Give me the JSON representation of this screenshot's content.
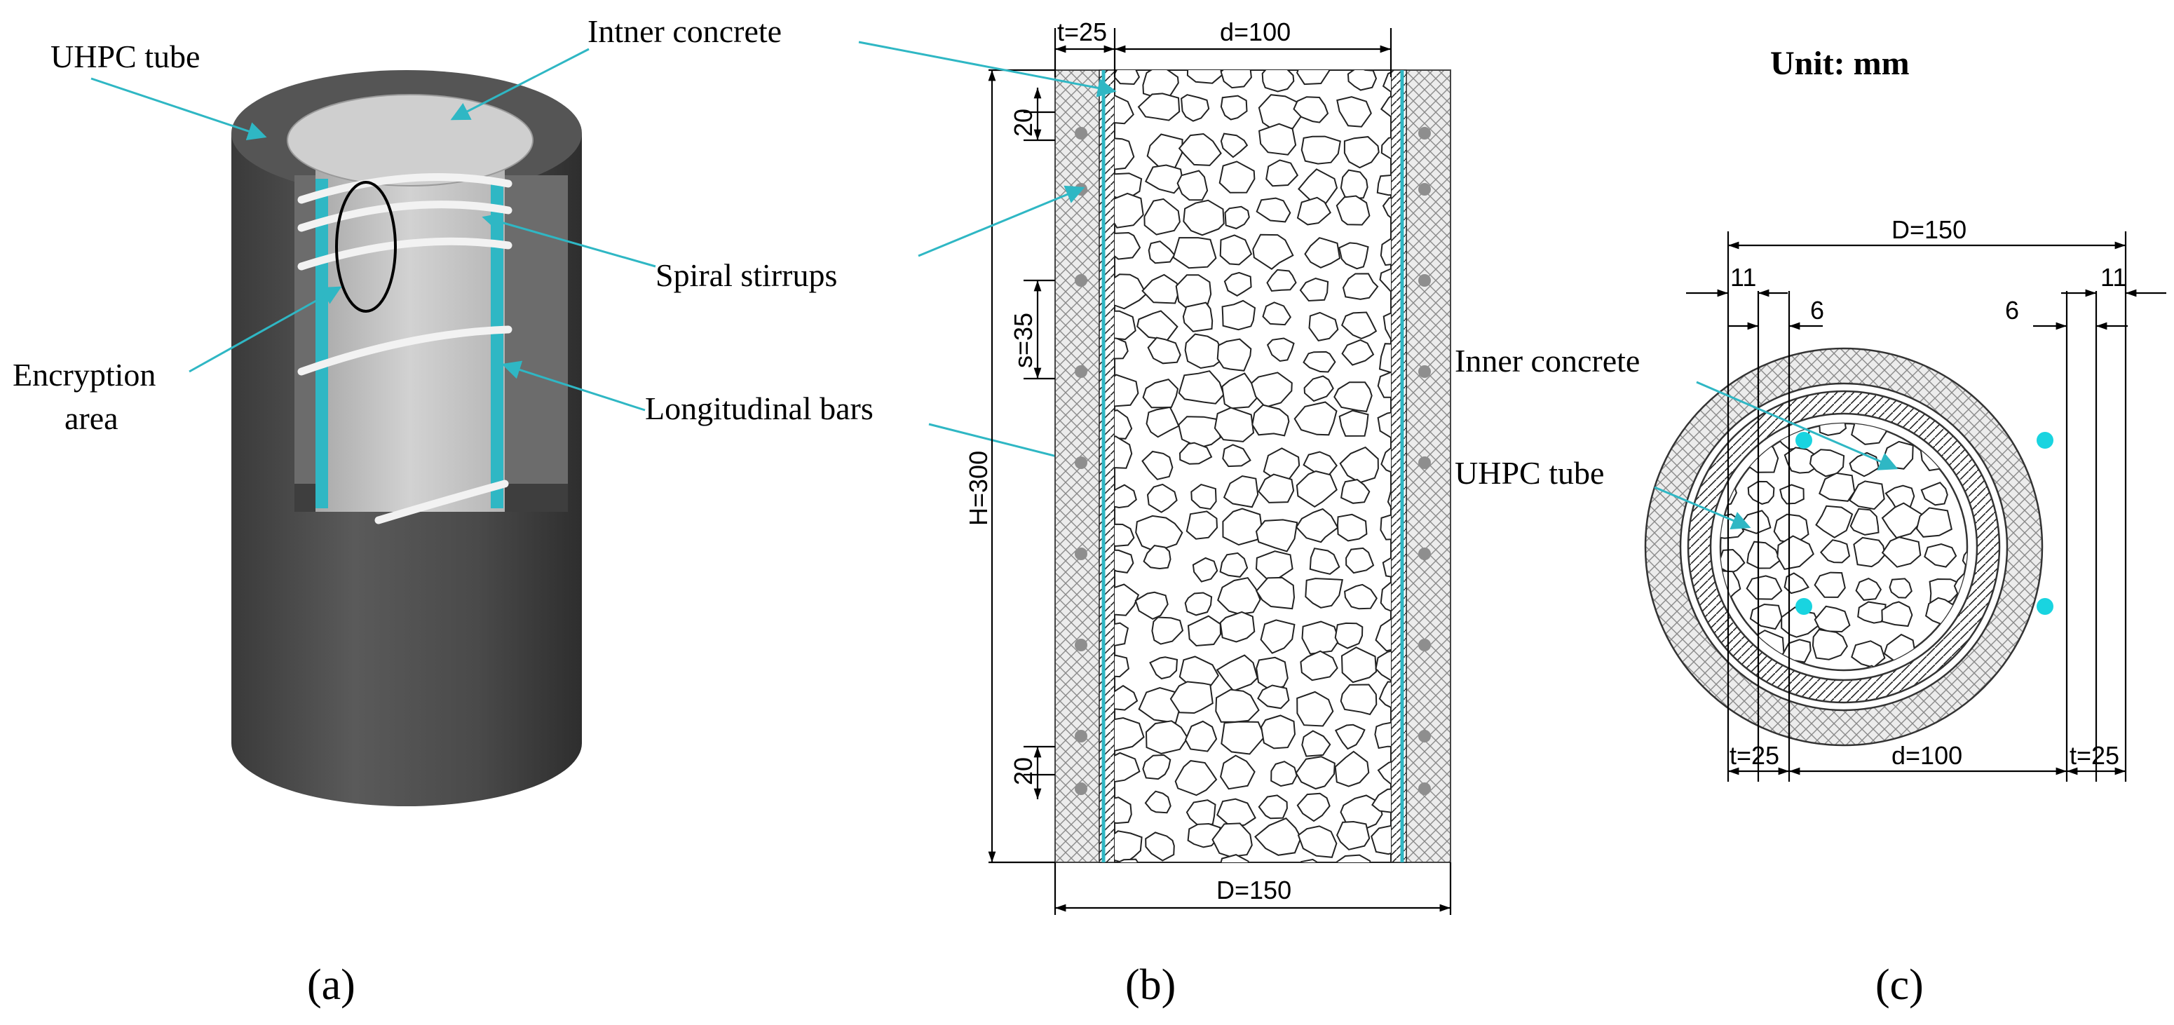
{
  "panel_a": {
    "label_uhpc_tube": "UHPC tube",
    "label_inner_concrete": "Intner concrete",
    "label_spiral_stirrups": "Spiral stirrups",
    "label_encryption_area_line1": "Encryption",
    "label_encryption_area_line2": "area",
    "label_longitudinal_bars": "Longitudinal bars",
    "caption": "(a)"
  },
  "panel_b": {
    "dim_t": "t=25",
    "dim_d": "d=100",
    "dim_top_20": "20",
    "dim_s": "s=35",
    "dim_H": "H=300",
    "dim_bottom_20": "20",
    "dim_D": "D=150",
    "caption": "(b)"
  },
  "panel_c": {
    "unit": "Unit: mm",
    "dim_D": "D=150",
    "dim_11_left": "11",
    "dim_6_left": "6",
    "dim_6_right": "6",
    "dim_11_right": "11",
    "label_inner_concrete": "Inner concrete",
    "label_uhpc_tube": "UHPC tube",
    "dim_t_left": "t=25",
    "dim_d": "d=100",
    "dim_t_right": "t=25",
    "caption": "(c)"
  },
  "colors": {
    "tube_dark": "#4a4a4a",
    "core_grey": "#c8c8c8",
    "rebar_teal": "#2fb7c4",
    "leader_teal": "#2fb7c4",
    "rebar_dot_cyan": "#19d4e0"
  }
}
